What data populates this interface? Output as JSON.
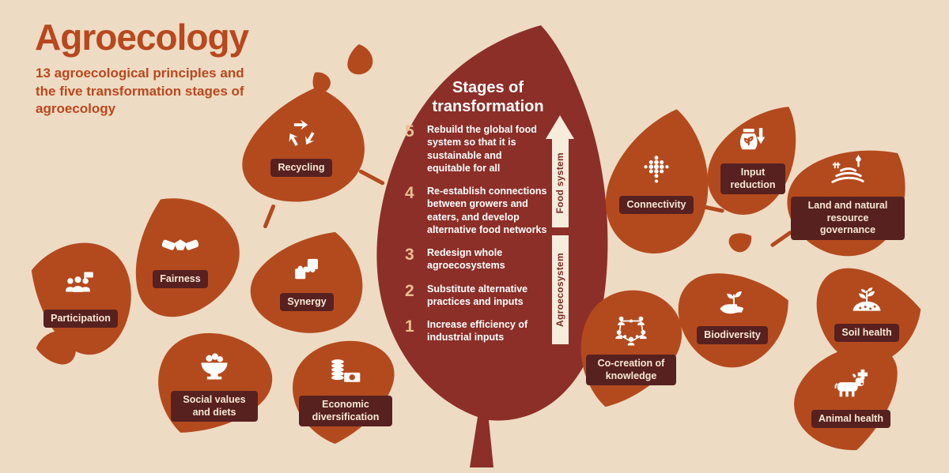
{
  "colors": {
    "background": "#eedbc3",
    "leaf": "#b34a1e",
    "center_leaf": "#8c2f28",
    "badge_bg": "#572120",
    "badge_text": "#f7e8d3",
    "title": "#b8481e",
    "stage_number": "#eabd92",
    "arrow_bar_bg": "#f6ecdb",
    "arrow_text": "#7c2b23",
    "icon": "#ffffff"
  },
  "header": {
    "title": "Agroecology",
    "subtitle": "13 agroecological principles and the five transformation stages of agroecology"
  },
  "center": {
    "heading": "Stages of transformation",
    "stages": [
      {
        "num": "5",
        "text": "Rebuild the global food system so that it is sustainable and equitable for all"
      },
      {
        "num": "4",
        "text": "Re-establish connections between growers and eaters, and develop alternative food networks"
      },
      {
        "num": "3",
        "text": "Redesign whole agroecosystems"
      },
      {
        "num": "2",
        "text": "Substitute alternative practices and inputs"
      },
      {
        "num": "1",
        "text": "Increase efficiency of industrial inputs"
      }
    ],
    "arrow_top_label": "Food system",
    "arrow_bottom_label": "Agroecosystem"
  },
  "principles": [
    {
      "label": "Recycling",
      "icon": "recycling-icon"
    },
    {
      "label": "Fairness",
      "icon": "handshake-icon"
    },
    {
      "label": "Participation",
      "icon": "people-group-icon"
    },
    {
      "label": "Synergy",
      "icon": "puzzle-icon"
    },
    {
      "label": "Social values and diets",
      "icon": "food-bowl-icon"
    },
    {
      "label": "Economic diversification",
      "icon": "coins-money-icon"
    },
    {
      "label": "Connectivity",
      "icon": "dot-network-icon"
    },
    {
      "label": "Input reduction",
      "icon": "seed-bag-arrow-icon"
    },
    {
      "label": "Land and natural resource governance",
      "icon": "farmland-tree-icon"
    },
    {
      "label": "Co-creation of knowledge",
      "icon": "people-network-icon"
    },
    {
      "label": "Biodiversity",
      "icon": "hand-sprout-icon"
    },
    {
      "label": "Soil health",
      "icon": "sprout-soil-icon"
    },
    {
      "label": "Animal health",
      "icon": "cow-health-icon"
    }
  ]
}
